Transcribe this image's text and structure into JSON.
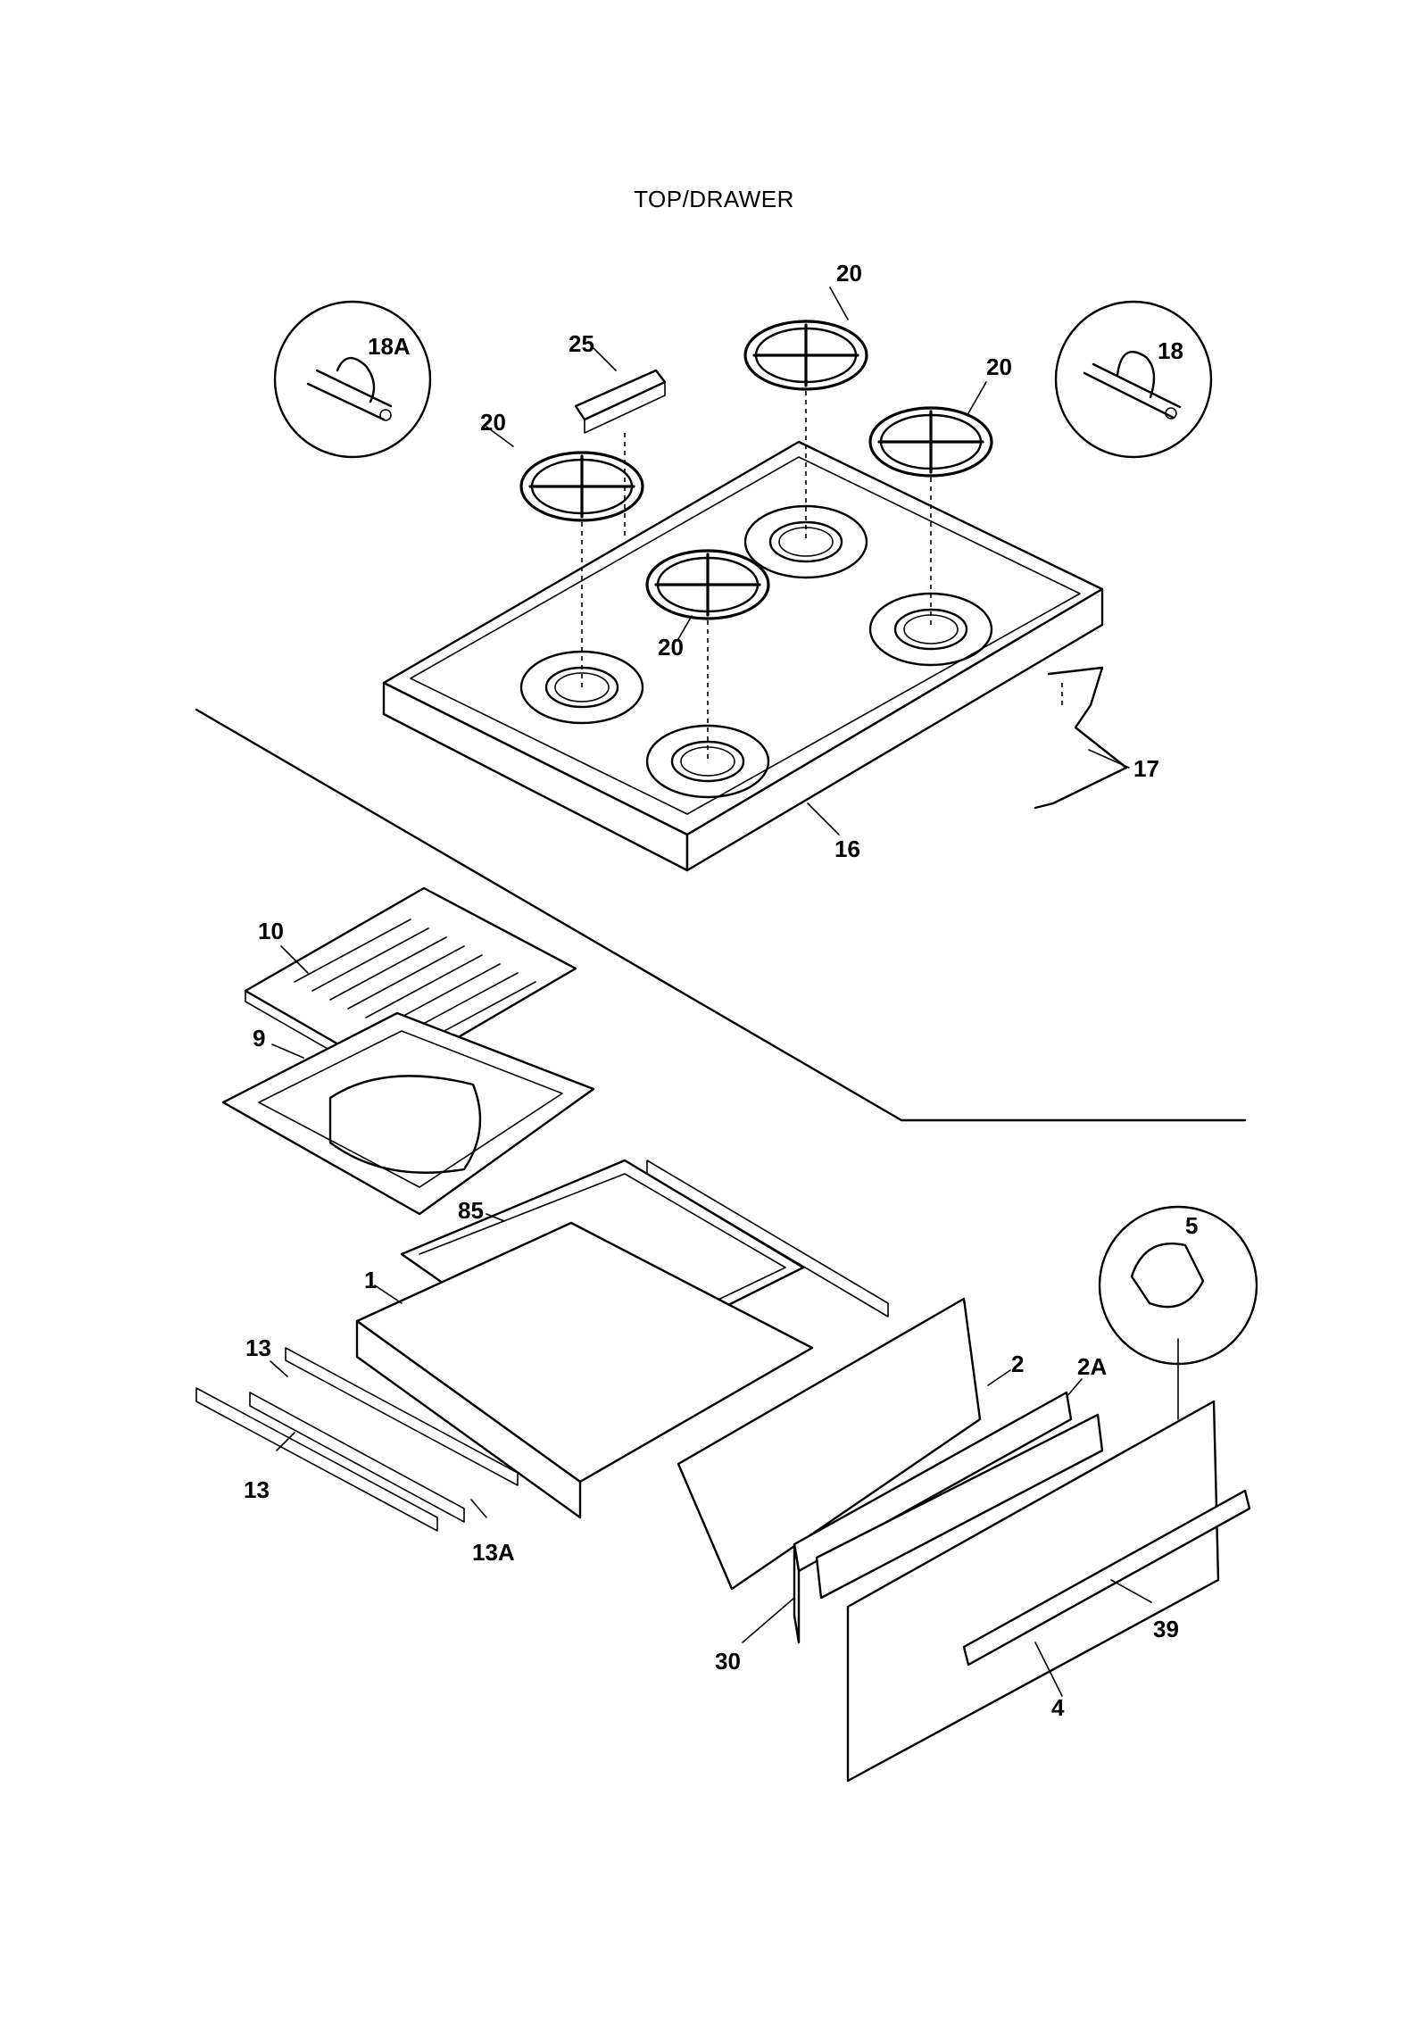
{
  "title": "TOP/DRAWER",
  "callouts": {
    "p20a": "20",
    "p18a": "18A",
    "p25": "25",
    "p20b": "20",
    "p18": "18",
    "p20c": "20",
    "p20d": "20",
    "p17": "17",
    "p16": "16",
    "p10": "10",
    "p9": "9",
    "p85": "85",
    "p5": "5",
    "p1": "1",
    "p13a": "13",
    "p2": "2",
    "p2a": "2A",
    "p13b": "13",
    "p13A": "13A",
    "p39": "39",
    "p30": "30",
    "p4": "4"
  }
}
